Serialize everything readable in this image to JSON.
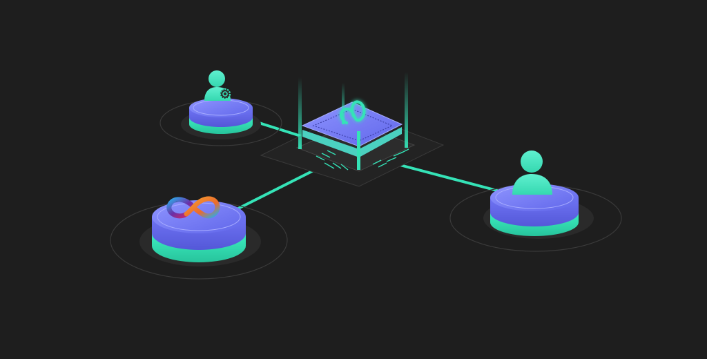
{
  "diagram": {
    "hub": {
      "icon": "infinity-s-logo-icon",
      "role": "central chip"
    },
    "nodes": [
      {
        "id": "admin-node",
        "icon": "user-gear-icon"
      },
      {
        "id": "user-node",
        "icon": "user-icon"
      },
      {
        "id": "icp-node",
        "icon": "icp-infinity-logo-icon"
      }
    ],
    "connections": [
      {
        "from": "hub",
        "to": "admin-node"
      },
      {
        "from": "hub",
        "to": "user-node"
      },
      {
        "from": "hub",
        "to": "icp-node"
      }
    ]
  },
  "colors": {
    "background": "#1e1e1e",
    "teal": "#35e3b7",
    "purple": "#6f74f4",
    "purple_light": "#8f95ff",
    "chip_dark": "#2a2a2a",
    "ring": "#3a3a3a",
    "icp_orange": "#f5a030",
    "icp_purple": "#6a2fa8",
    "icp_blue": "#2fa8e8",
    "icp_red": "#e4285a"
  }
}
